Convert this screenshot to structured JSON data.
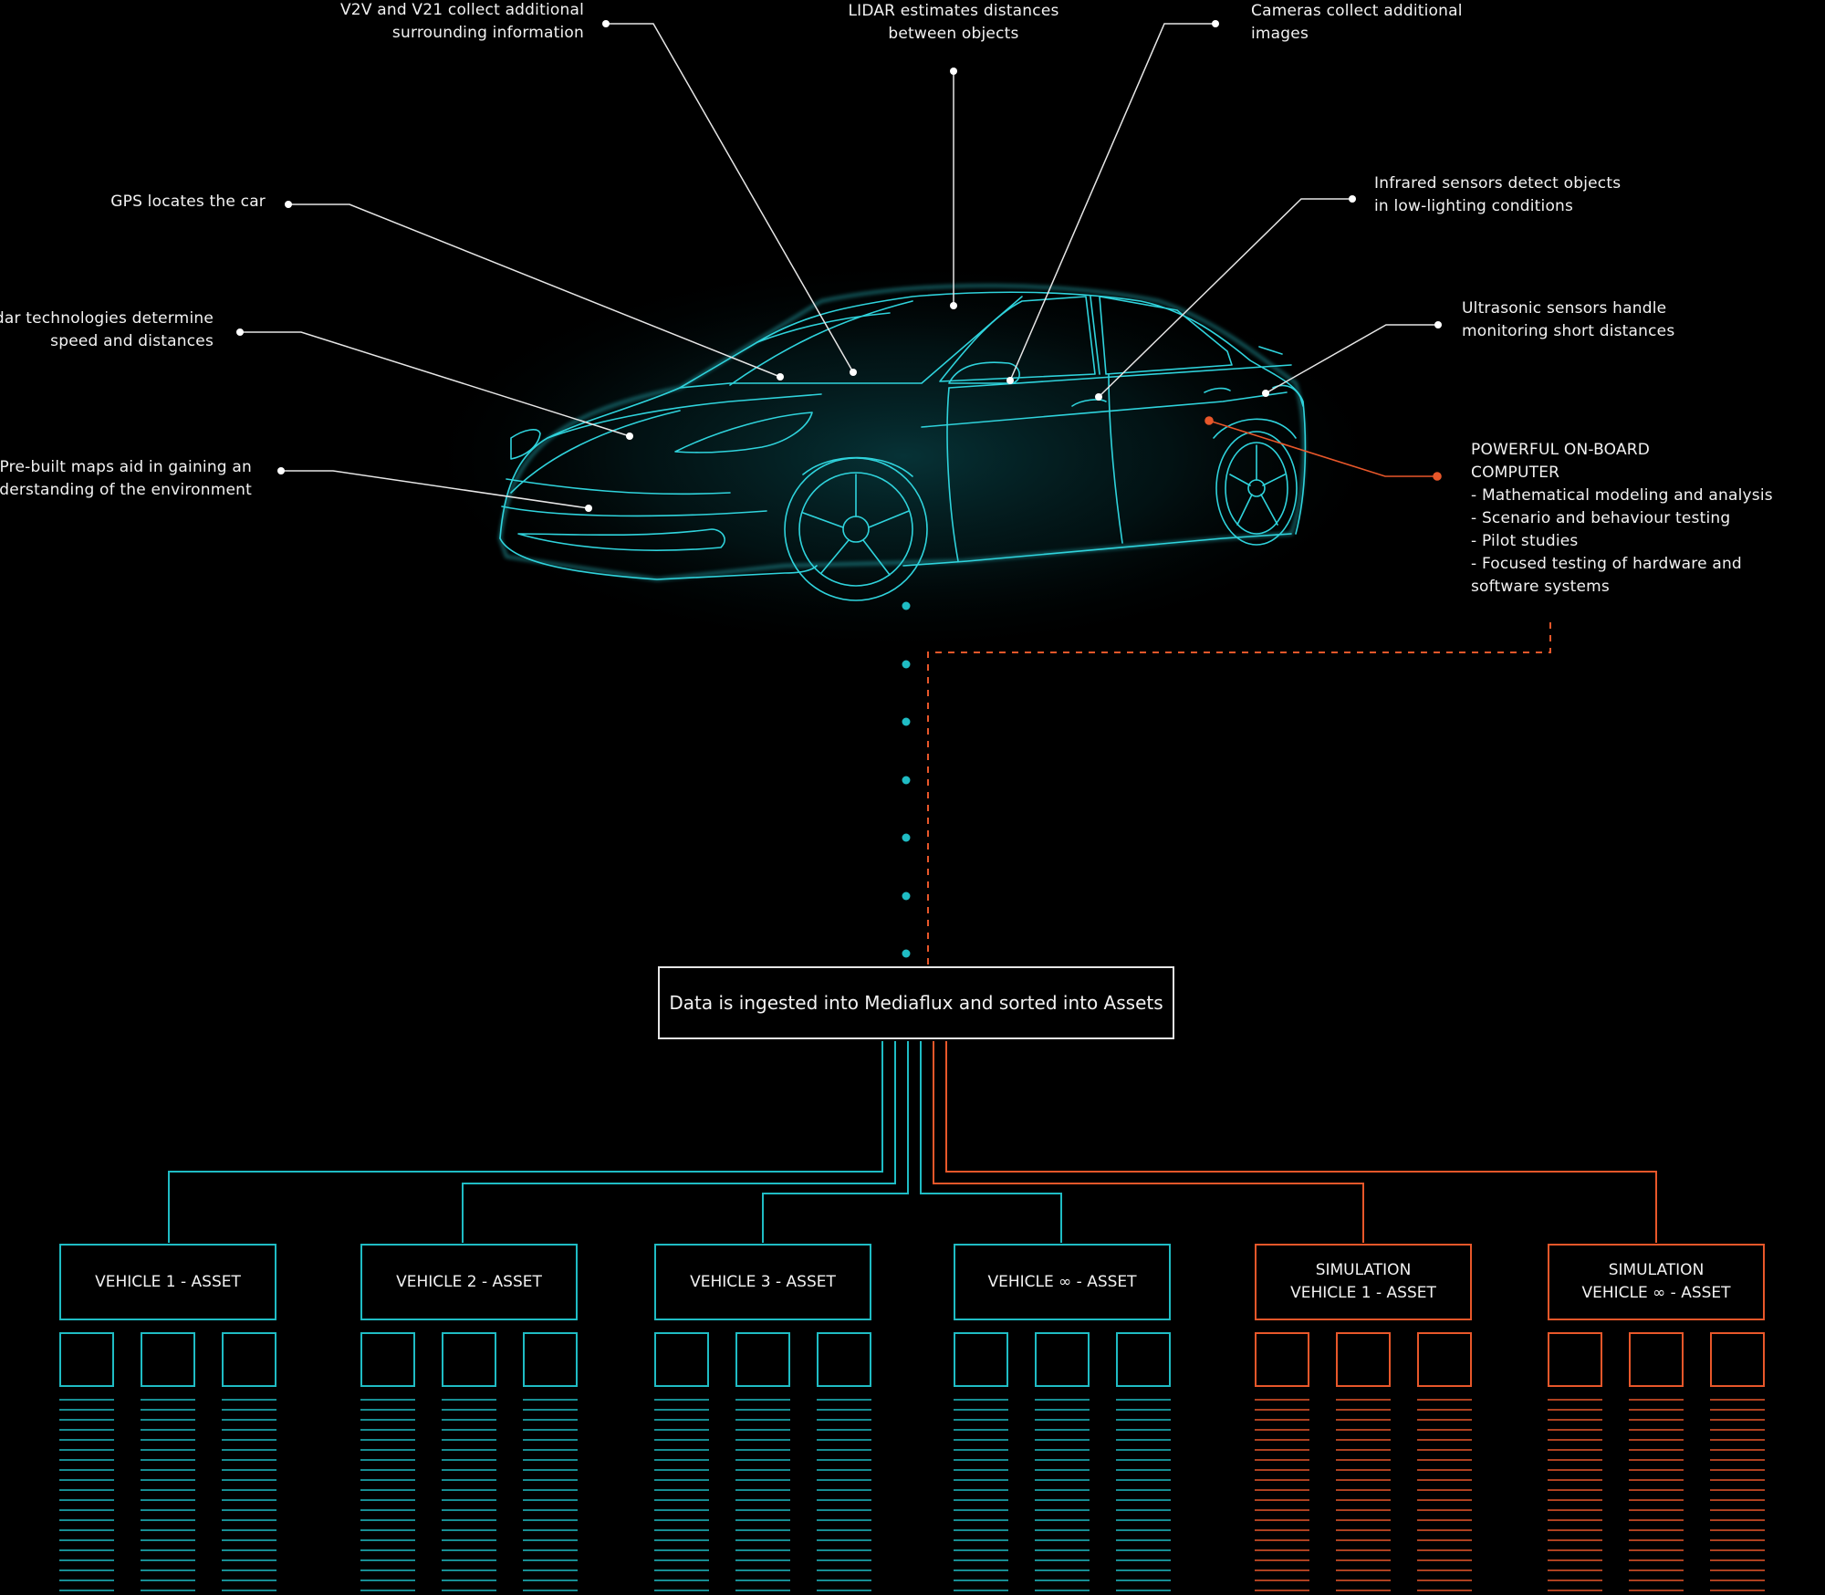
{
  "colors": {
    "background": "#000000",
    "car_outline": "#2fd3dc",
    "teal": "#1fbcc4",
    "orange": "#e8572a",
    "text": "#f2f2f2",
    "box_border": "#e6e6e6"
  },
  "callouts": {
    "v2v": [
      "V2V and V21 collect additional",
      "surrounding information"
    ],
    "lidar": [
      "LIDAR estimates distances",
      "between objects"
    ],
    "cameras": [
      "Cameras collect additional",
      "images"
    ],
    "gps": [
      "GPS locates the car"
    ],
    "infrared": [
      "Infrared sensors detect objects",
      "in low-lighting conditions"
    ],
    "radar": [
      "Radar technologies determine",
      "speed and distances"
    ],
    "ultrasonic": [
      "Ultrasonic sensors handle",
      "monitoring short distances"
    ],
    "maps": [
      "Pre-built maps aid in gaining an",
      "understanding of the environment"
    ]
  },
  "computer": {
    "title_lines": [
      "POWERFUL ON-BOARD",
      "COMPUTER"
    ],
    "items": [
      "- Mathematical modeling and analysis",
      "- Scenario and behaviour testing",
      "- Pilot studies",
      "- Focused testing of hardware and",
      "software systems"
    ]
  },
  "ingest_box": "Data is ingested into Mediaflux and sorted into Assets",
  "assets": [
    {
      "lines": [
        "VEHICLE 1 - ASSET"
      ],
      "color": "teal"
    },
    {
      "lines": [
        "VEHICLE 2 - ASSET"
      ],
      "color": "teal"
    },
    {
      "lines": [
        "VEHICLE 3 - ASSET"
      ],
      "color": "teal"
    },
    {
      "lines": [
        "VEHICLE ∞ - ASSET"
      ],
      "color": "teal"
    },
    {
      "lines": [
        "SIMULATION",
        "VEHICLE 1 - ASSET"
      ],
      "color": "orange"
    },
    {
      "lines": [
        "SIMULATION",
        "VEHICLE ∞ - ASSET"
      ],
      "color": "orange"
    }
  ]
}
